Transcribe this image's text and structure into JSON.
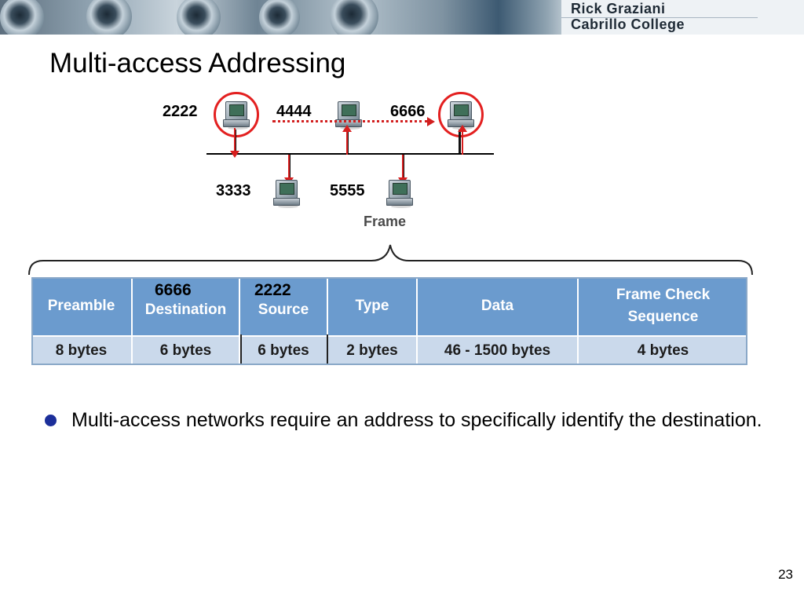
{
  "banner": {
    "line1": "Rick Graziani",
    "line2": "Cabrillo College"
  },
  "title": "Multi-access Addressing",
  "diagram": {
    "hosts_top": [
      "2222",
      "4444",
      "6666"
    ],
    "hosts_bottom": [
      "3333",
      "5555"
    ],
    "frame_label": "Frame"
  },
  "frame_table": {
    "headers": [
      "Preamble",
      "Destination",
      "Source",
      "Type",
      "Data",
      "Frame Check Sequence"
    ],
    "sizes": [
      "8 bytes",
      "6 bytes",
      "6 bytes",
      "2 bytes",
      "46 - 1500 bytes",
      "4 bytes"
    ],
    "destination_value": "6666",
    "source_value": "2222"
  },
  "bullet": "Multi-access networks require an address to specifically identify the destination.",
  "slide_number": "23",
  "colors": {
    "header_blue": "#6b9bce",
    "value_blue": "#cad9eb",
    "highlight_red": "#e32020",
    "bullet_blue": "#1c2f9a"
  }
}
